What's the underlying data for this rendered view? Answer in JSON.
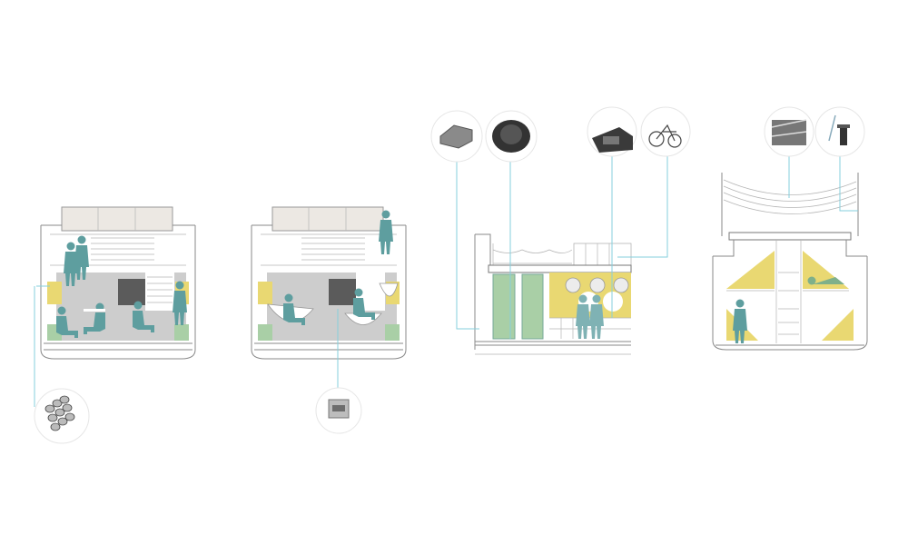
{
  "diagram": {
    "sections": [
      {
        "id": "section-lounge",
        "callouts": [
          "woven-seat-material-thumbnail"
        ]
      },
      {
        "id": "section-hammock",
        "callouts": [
          "product-package-thumbnail"
        ]
      },
      {
        "id": "section-facade",
        "callouts": [
          "cushion-thumbnail",
          "tire-planter-thumbnail",
          "solar-unit-thumbnail",
          "folding-bike-thumbnail"
        ]
      },
      {
        "id": "section-sleeping",
        "callouts": [
          "canopy-photo-thumbnail",
          "pole-fitting-thumbnail"
        ]
      }
    ],
    "colors": {
      "figure": "#5e9e9f",
      "yellow": "#e9d872",
      "green": "#a9cfa6",
      "floor_gray": "#cdcdcd",
      "dark_block": "#5b5b5b",
      "callout_line": "#86cfdc",
      "roof_panel": "#ece8e3"
    }
  }
}
